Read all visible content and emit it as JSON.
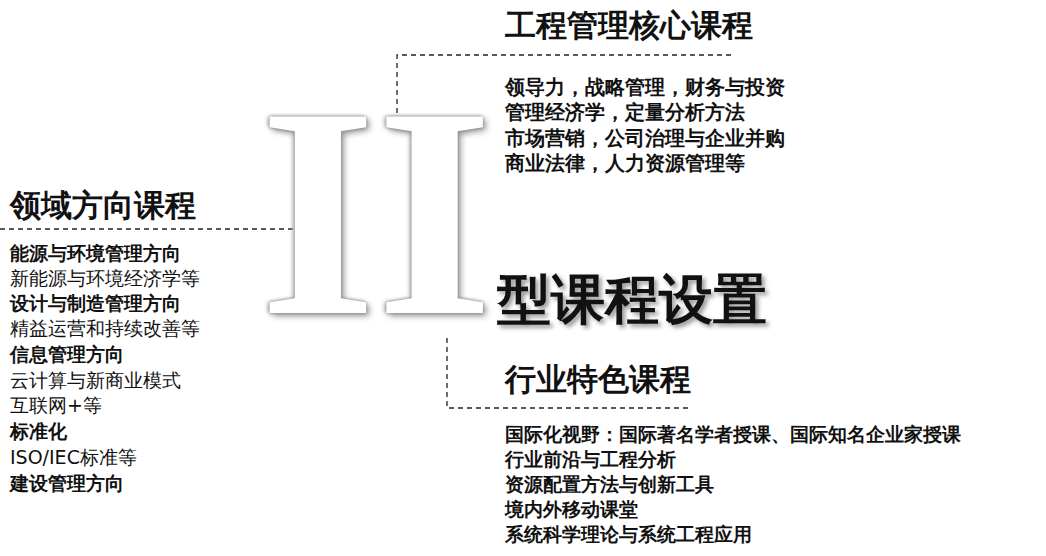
{
  "diagram": {
    "title": "型课程设置",
    "labels": [
      "II",
      "工程管理核心课程",
      "领导力，战略管理，财务与投资",
      "管理经济学，定量分析方法",
      "市场营销，公司治理与企业并购",
      "商业法律，人力资源管理等",
      "领域方向课程",
      "能源与环境管理方向",
      "新能源与环境经济学等",
      "设计与制造管理方向",
      "精益运营和持续改善等",
      "信息管理方向",
      "云计算与新商业模式",
      "互联网+等",
      "标准化",
      "ISO/IEC标准等",
      "建设管理方向",
      "行业特色课程",
      "国际化视野：国际著名学者授课、国际知名企业家授课",
      "行业前沿与工程分析",
      "资源配置方法与创新工具",
      "境内外移动课堂",
      "系统科学理论与系统工程应用"
    ]
  }
}
